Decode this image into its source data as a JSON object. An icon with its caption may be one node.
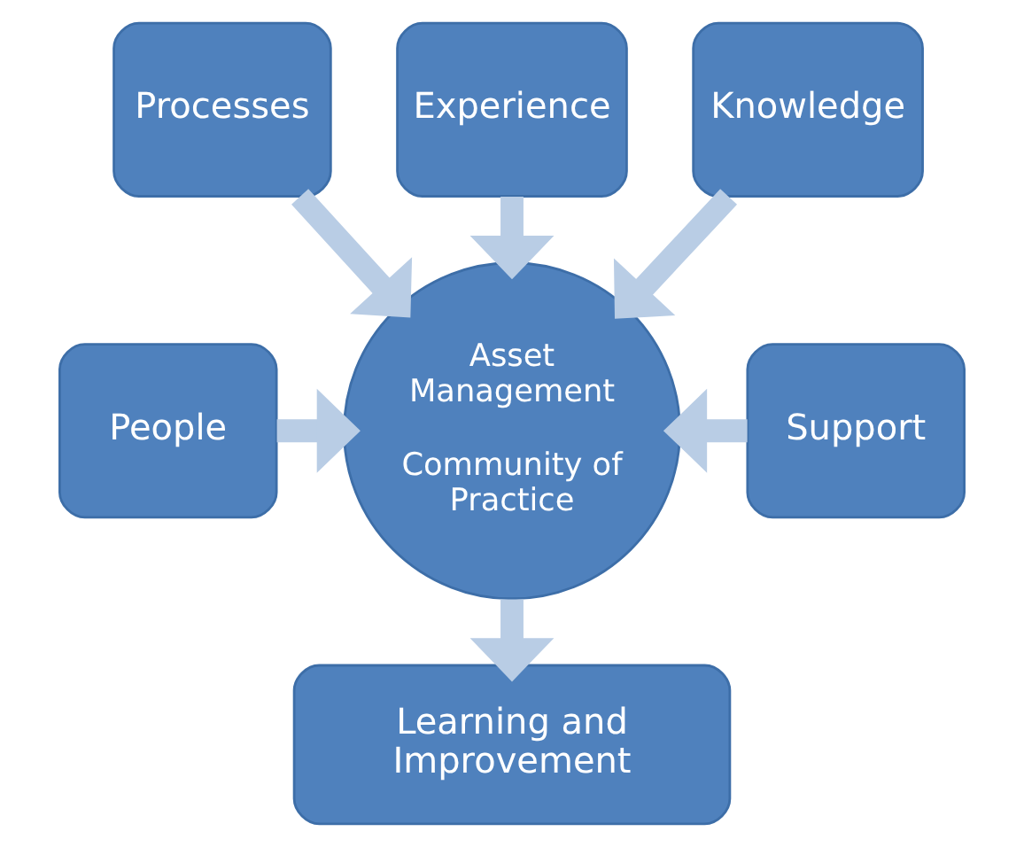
{
  "diagram": {
    "nodes": [
      {
        "text": [
          "Experience"
        ]
      },
      {
        "text": [
          "Processes"
        ]
      },
      {
        "text": [
          "Knowledge"
        ]
      },
      {
        "text": [
          "Asset Management",
          "Community of Practice"
        ]
      },
      {
        "text": [
          "People"
        ]
      },
      {
        "text": [
          "Support"
        ]
      },
      {
        "text": [
          "Learning and Improvement"
        ]
      }
    ],
    "edges": [
      {
        "from": 0,
        "to": 3,
        "arrow": "to"
      },
      {
        "from": 1,
        "to": 3,
        "arrow": "to"
      },
      {
        "from": 2,
        "to": 3,
        "arrow": "to"
      },
      {
        "from": 4,
        "to": 3,
        "arrow": "to"
      },
      {
        "from": 5,
        "to": 3,
        "arrow": "to"
      },
      {
        "from": 3,
        "to": 6,
        "arrow": "to"
      }
    ]
  }
}
